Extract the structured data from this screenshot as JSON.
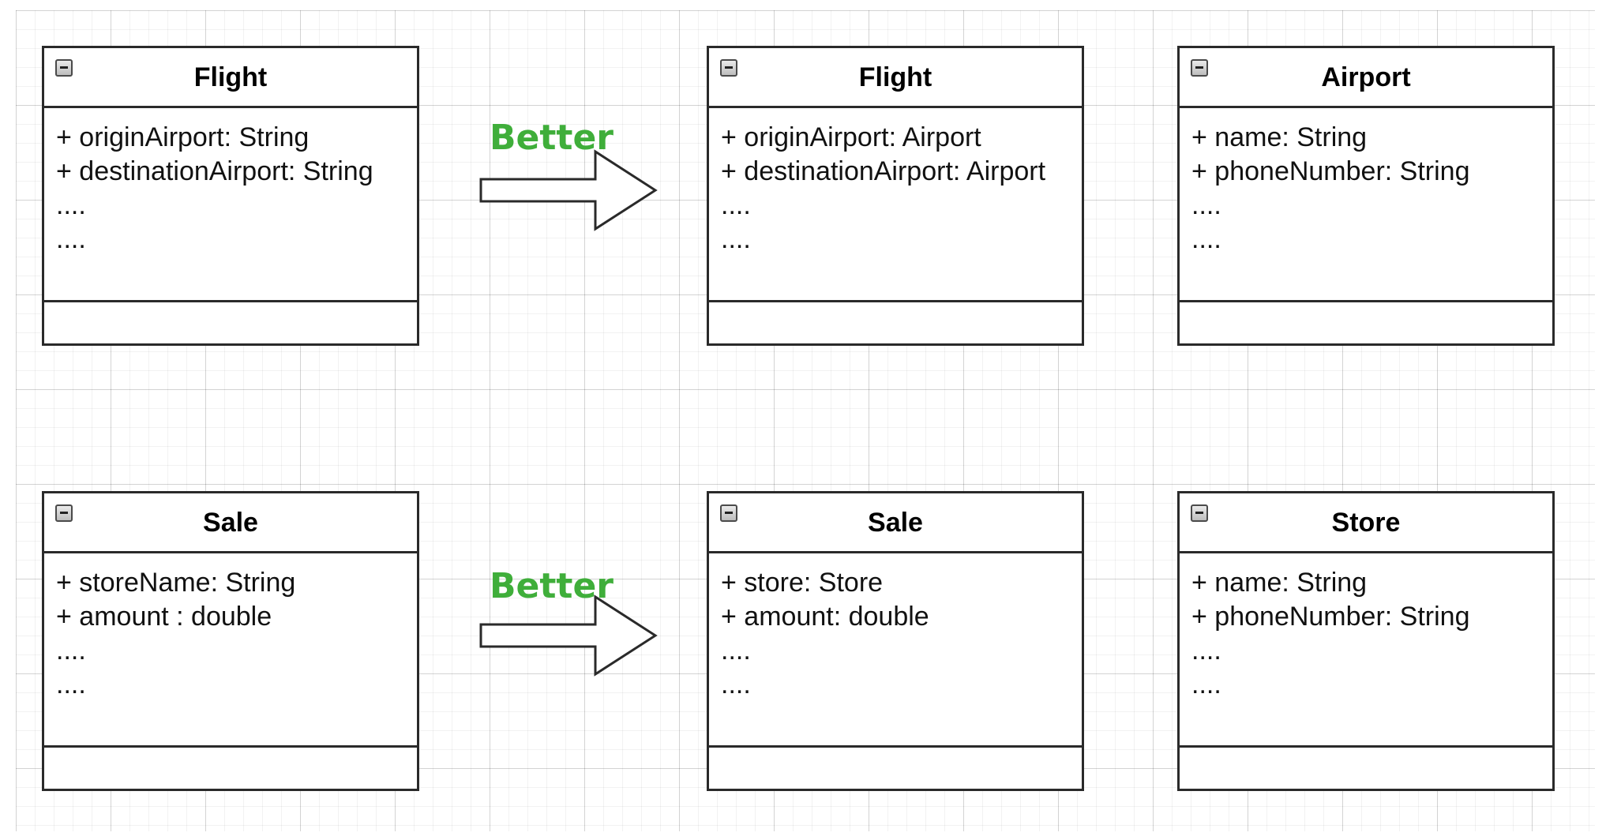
{
  "diagram": {
    "rows": [
      {
        "better_label": "Better",
        "classes": [
          {
            "name": "Flight",
            "attributes": [
              "+ originAirport: String",
              "+ destinationAirport: String",
              "....",
              "...."
            ]
          },
          {
            "name": "Flight",
            "attributes": [
              "+ originAirport: Airport",
              "+ destinationAirport: Airport",
              "....",
              "...."
            ]
          },
          {
            "name": "Airport",
            "attributes": [
              "+ name: String",
              "+ phoneNumber: String",
              "....",
              "...."
            ]
          }
        ]
      },
      {
        "better_label": "Better",
        "classes": [
          {
            "name": "Sale",
            "attributes": [
              "+ storeName: String",
              "+ amount : double",
              "....",
              "...."
            ]
          },
          {
            "name": "Sale",
            "attributes": [
              "+ store: Store",
              "+ amount: double",
              "....",
              "...."
            ]
          },
          {
            "name": "Store",
            "attributes": [
              "+ name: String",
              "+ phoneNumber: String",
              "....",
              "...."
            ]
          }
        ]
      }
    ],
    "colors": {
      "better_text": "#3fae3a",
      "border": "#2a2a2a",
      "grid": "#dddddd"
    },
    "icons": {
      "class_collapse": "collapse-minus-icon",
      "transition": "right-arrow-icon"
    }
  }
}
